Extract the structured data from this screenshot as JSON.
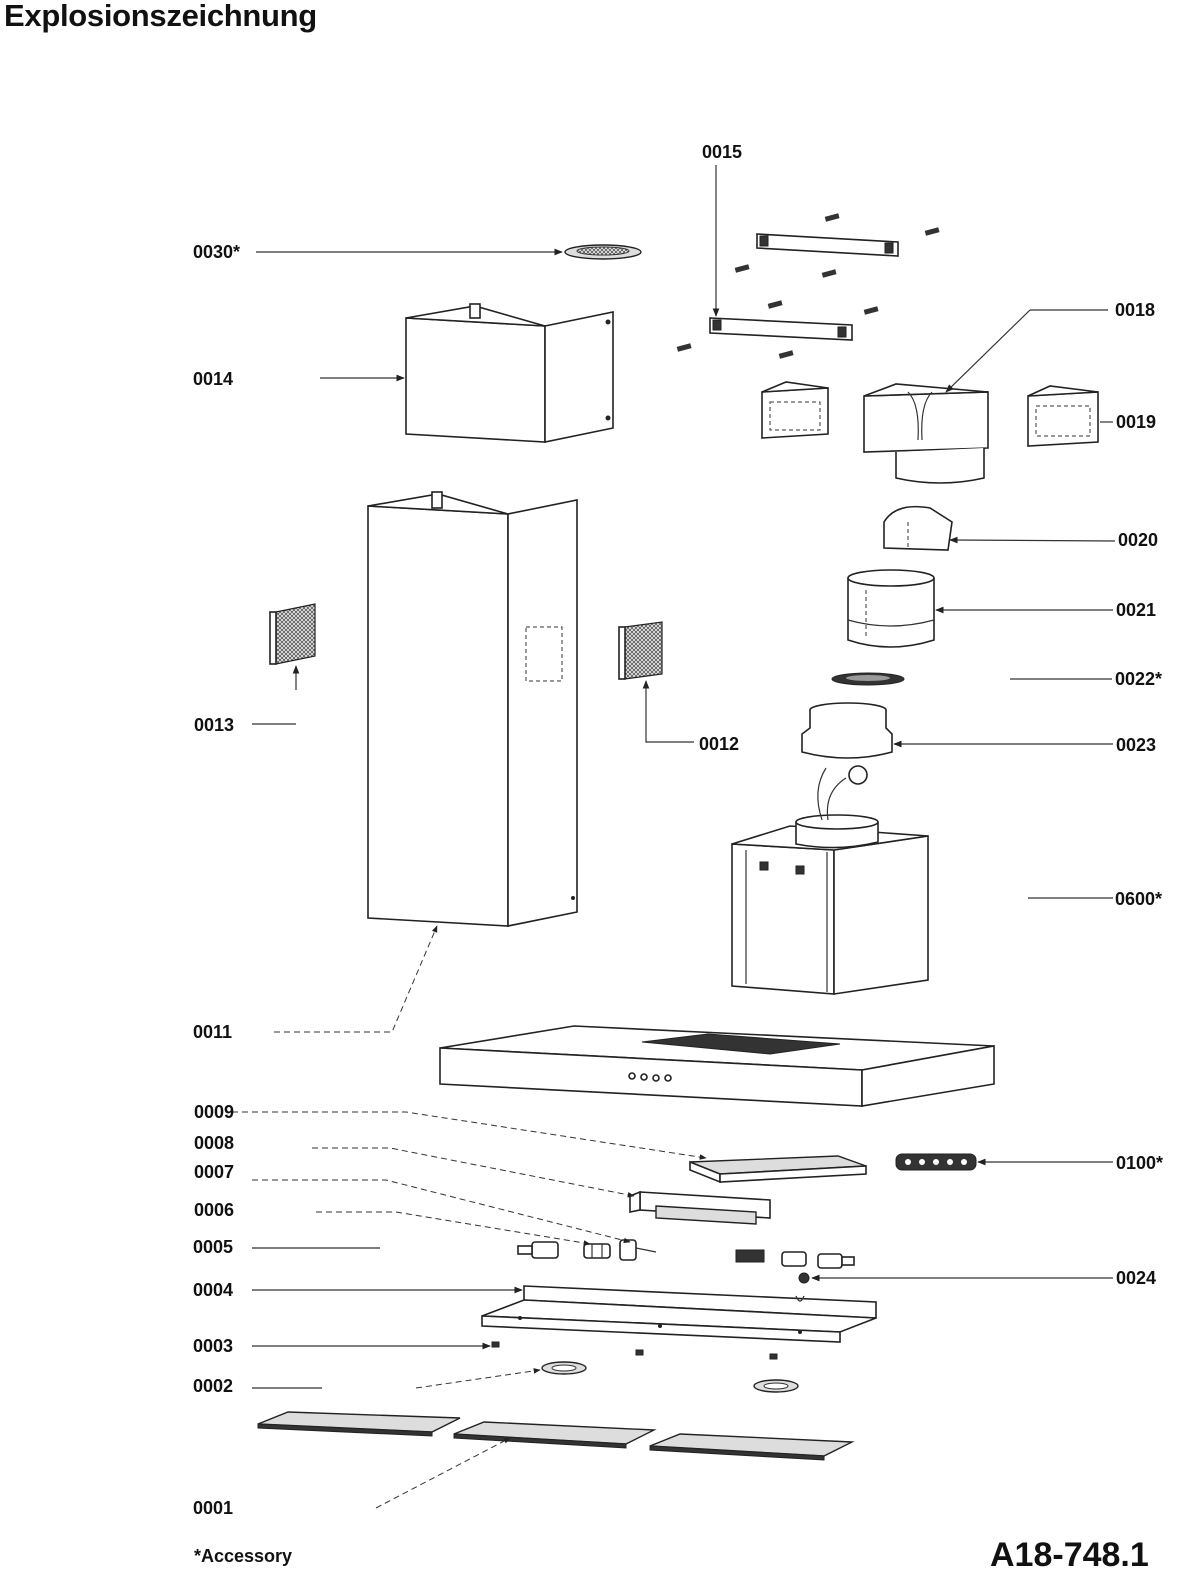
{
  "title": "Explosionszeichnung",
  "labels": {
    "p0015": "0015",
    "p0030": "0030*",
    "p0018": "0018",
    "p0014": "0014",
    "p0019": "0019",
    "p0020": "0020",
    "p0021": "0021",
    "p0022": "0022*",
    "p0013": "0013",
    "p0012": "0012",
    "p0023": "0023",
    "p0600": "0600*",
    "p0011": "0011",
    "p0009": "0009",
    "p0008": "0008",
    "p0100": "0100*",
    "p0007": "0007",
    "p0006": "0006",
    "p0005": "0005",
    "p0024": "0024",
    "p0004": "0004",
    "p0003": "0003",
    "p0002": "0002",
    "p0001": "0001"
  },
  "footnote": "*Accessory",
  "doc_id": "A18-748.1"
}
